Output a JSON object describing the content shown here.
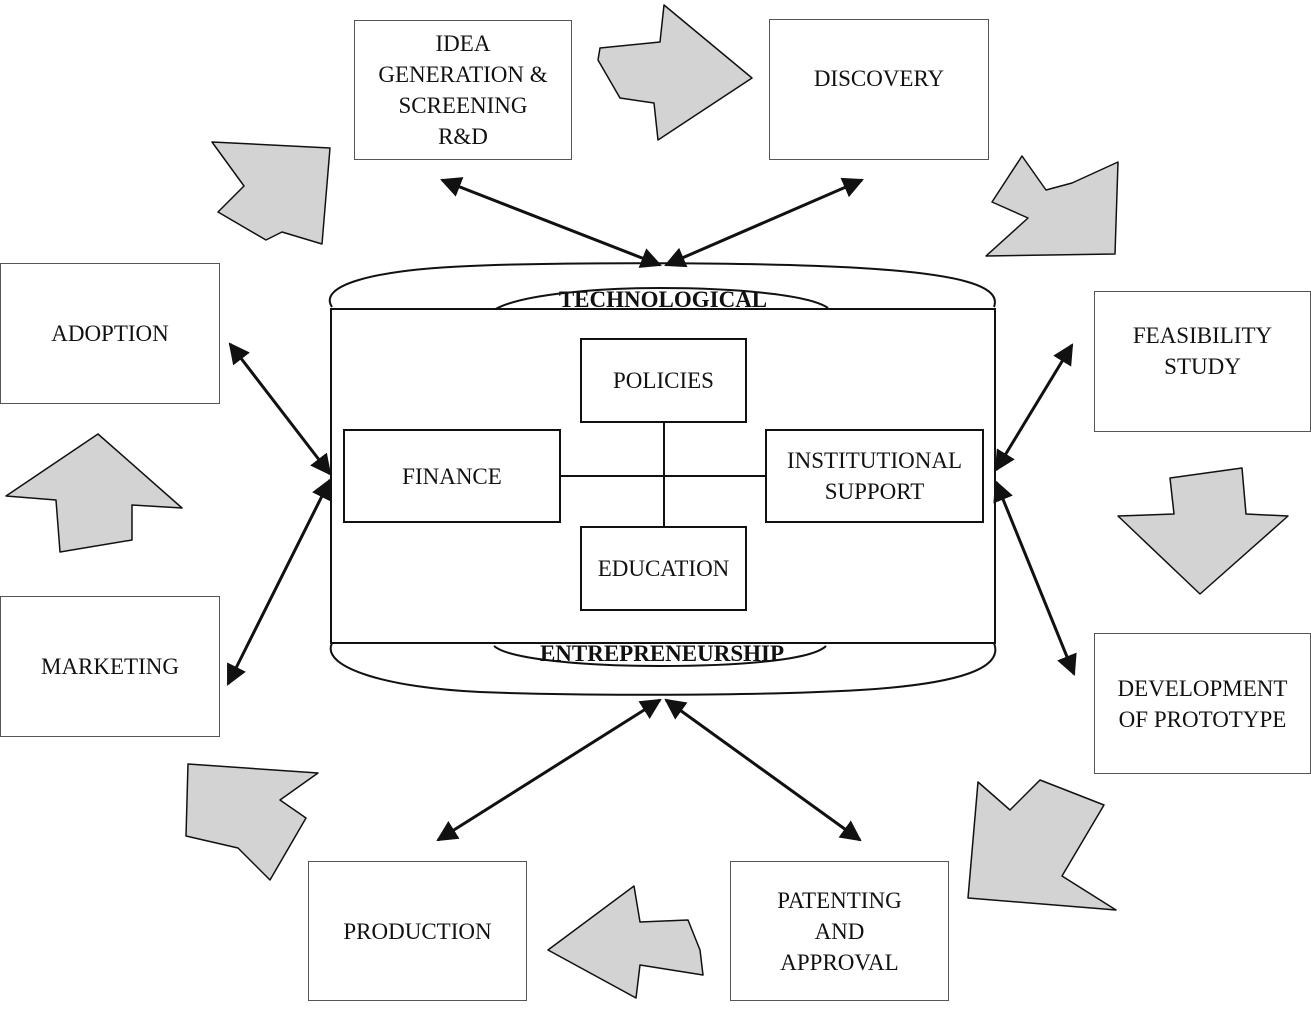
{
  "stages": {
    "idea": "IDEA\nGENERATION &\nSCREENING\nR&D",
    "discovery": "DISCOVERY",
    "feasibility": "FEASIBILITY\nSTUDY",
    "prototype": "DEVELOPMENT\nOF PROTOTYPE",
    "patenting": "PATENTING\nAND\nAPPROVAL",
    "production": "PRODUCTION",
    "marketing": "MARKETING",
    "adoption": "ADOPTION"
  },
  "center": {
    "top_band": "TECHNOLOGICAL",
    "bottom_band": "ENTREPRENEURSHIP",
    "policies": "POLICIES",
    "finance": "FINANCE",
    "institutional": "INSTITUTIONAL\nSUPPORT",
    "education": "EDUCATION"
  },
  "colors": {
    "arrow_fill": "#d3d3d3",
    "stroke": "#111111"
  }
}
